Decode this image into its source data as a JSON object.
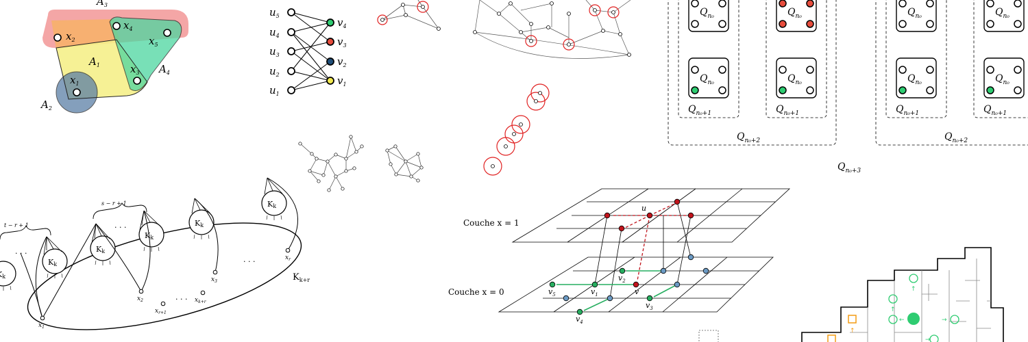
{
  "hypergraph": {
    "sets": [
      "A",
      "A",
      "A",
      "A"
    ],
    "set_subs": [
      "3",
      "1",
      "2",
      "4"
    ],
    "vertices": [
      "x",
      "x",
      "x",
      "x",
      "x"
    ],
    "vertex_subs": [
      "2",
      "4",
      "5",
      "3",
      "1"
    ],
    "colors": {
      "A3": "#f08080",
      "A1": "#f5ef8a",
      "A2": "#5b7fa6",
      "A4": "#4cd6a0",
      "orange": "#f7b267"
    }
  },
  "bipartite": {
    "left": [
      "u",
      "u",
      "u",
      "u",
      "u"
    ],
    "left_subs": [
      "5",
      "4",
      "3",
      "2",
      "1"
    ],
    "right": [
      "v",
      "v",
      "v",
      "v"
    ],
    "right_subs": [
      "4",
      "3",
      "2",
      "1"
    ],
    "right_colors": [
      "#2ecc71",
      "#e74c3c",
      "#1f4e79",
      "#f1e84f"
    ]
  },
  "cliques": {
    "clique_label": "K",
    "clique_sub": "k",
    "big_label": "K",
    "big_sub": "k+r",
    "brace_labels": [
      "t − r + 1",
      "s − r + 1"
    ],
    "dots": "· · ·",
    "vertex_names": [
      "x",
      "x",
      "x",
      "x",
      "x",
      "x"
    ],
    "vertex_subs": [
      "1",
      "2",
      "3",
      "r+1",
      "k+r",
      "r"
    ]
  },
  "cubes": {
    "main_label": "Q",
    "main_sub": "n₀+3",
    "panel_label": "Q",
    "panel_sub": "n₀+2",
    "group_label": "Q",
    "group_sub": "n₀+1",
    "tile_label": "Q",
    "tile_sub": "n₀"
  },
  "layers": {
    "layer_top": "Couche x = 1",
    "layer_bottom": "Couche x = 0",
    "u": "u",
    "v": "v",
    "vs": [
      "v",
      "v",
      "v",
      "v",
      "v"
    ],
    "vs_subs": [
      "5",
      "1",
      "2",
      "3",
      "4"
    ]
  },
  "maze": {
    "accent": "#2ecc71",
    "orange": "#f39c12"
  }
}
